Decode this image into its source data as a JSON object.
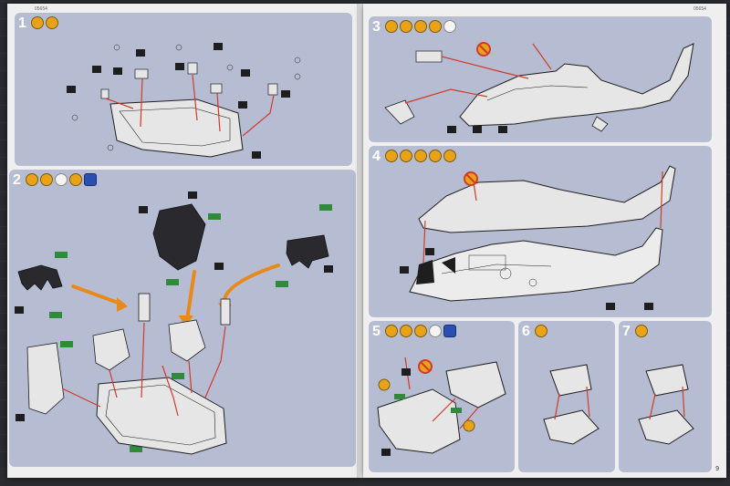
{
  "header": {
    "left_folio": "05654",
    "right_folio": "05654"
  },
  "pages": {
    "right_page_number": "9"
  },
  "steps": [
    {
      "id": "s1",
      "number": "1"
    },
    {
      "id": "s2",
      "number": "2"
    },
    {
      "id": "s3",
      "number": "3"
    },
    {
      "id": "s4",
      "number": "4"
    },
    {
      "id": "s5",
      "number": "5"
    },
    {
      "id": "s6",
      "number": "6"
    },
    {
      "id": "s7",
      "number": "7"
    }
  ],
  "colors": {
    "panel": "#b6bdd3",
    "page": "#efefef",
    "paint_badge": "#e8a318",
    "arrow_red": "#d23a2a",
    "arrow_orange": "#e8891c",
    "decal_green": "#2f8a3c",
    "ink": "#1e1e1e",
    "part_gray": "#e6e6e6"
  }
}
